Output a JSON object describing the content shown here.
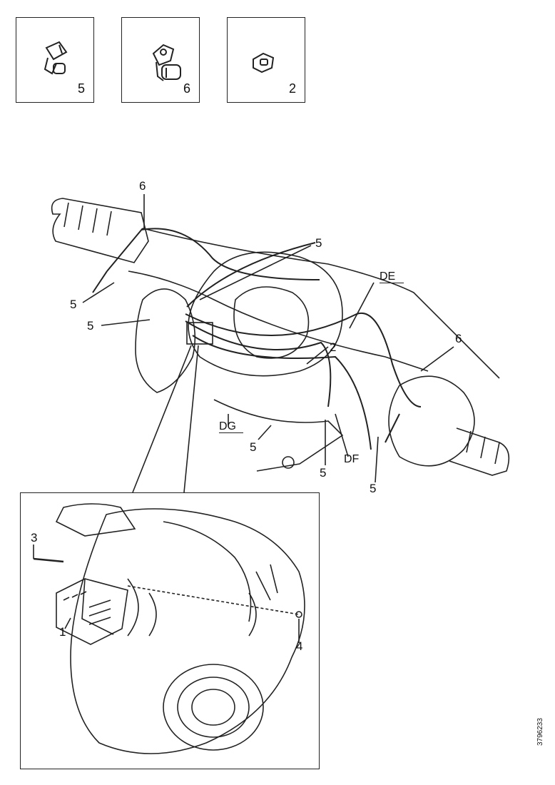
{
  "thumbnails": [
    {
      "label": "5"
    },
    {
      "label": "6"
    },
    {
      "label": "2"
    }
  ],
  "main_callouts": {
    "c6_top": "6",
    "c5_a": "5",
    "c5_b": "5",
    "c5_c": "5",
    "c_de": "DE",
    "c2": "2",
    "c6_right": "6",
    "c_dg": "DG",
    "c5_d": "5",
    "c5_e": "5",
    "c_df": "DF",
    "c5_f": "5"
  },
  "detail_callouts": {
    "c3": "3",
    "c1": "1",
    "c4": "4"
  },
  "reference_number": "3796233"
}
